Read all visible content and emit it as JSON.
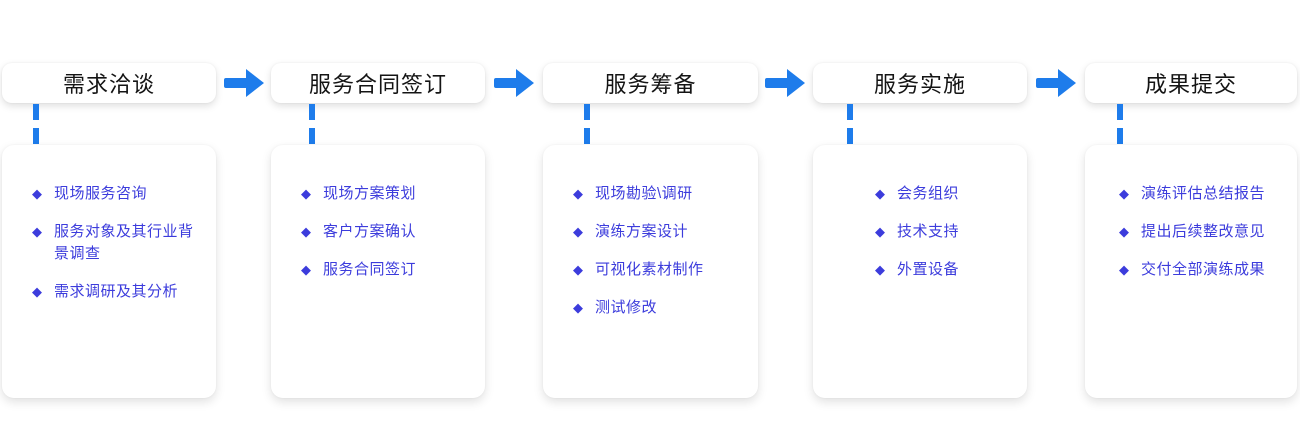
{
  "colors": {
    "flow_blue": "#1E7CEB",
    "item_blue": "#3C3CDC",
    "header_text": "#141414",
    "card_bg": "#FFFFFF",
    "page_bg": "#FFFFFF"
  },
  "bullet_char": "◆",
  "arrow_icon": "right-arrow",
  "stages": [
    {
      "title": "需求洽谈",
      "items": [
        "现场服务咨询",
        "服务对象及其行业背景调查",
        "需求调研及其分析"
      ]
    },
    {
      "title": "服务合同签订",
      "items": [
        "现场方案策划",
        "客户方案确认",
        "服务合同签订"
      ]
    },
    {
      "title": "服务筹备",
      "items": [
        "现场勘验\\调研",
        "演练方案设计",
        "可视化素材制作",
        "测试修改"
      ]
    },
    {
      "title": "服务实施",
      "items": [
        "会务组织",
        "技术支持",
        "外置设备"
      ]
    },
    {
      "title": "成果提交",
      "items": [
        "演练评估总结报告",
        "提出后续整改意见",
        "交付全部演练成果"
      ]
    }
  ]
}
